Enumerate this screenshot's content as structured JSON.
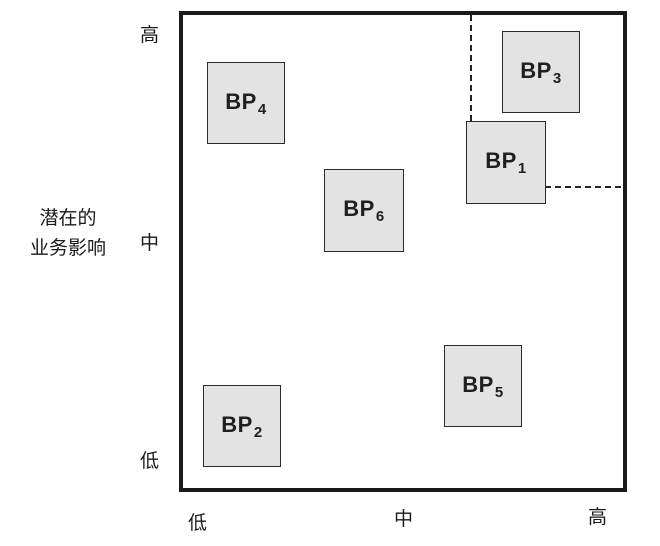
{
  "y_axis": {
    "label_line1": "潜在的",
    "label_line2": "业务影响",
    "ticks": {
      "high": "高",
      "mid": "中",
      "low": "低"
    }
  },
  "x_axis": {
    "ticks": {
      "low": "低",
      "mid": "中",
      "high": "高"
    }
  },
  "boxes": [
    {
      "id": "bp1",
      "prefix": "BP",
      "sub": "1"
    },
    {
      "id": "bp2",
      "prefix": "BP",
      "sub": "2"
    },
    {
      "id": "bp3",
      "prefix": "BP",
      "sub": "3"
    },
    {
      "id": "bp4",
      "prefix": "BP",
      "sub": "4"
    },
    {
      "id": "bp5",
      "prefix": "BP",
      "sub": "5"
    },
    {
      "id": "bp6",
      "prefix": "BP",
      "sub": "6"
    }
  ]
}
